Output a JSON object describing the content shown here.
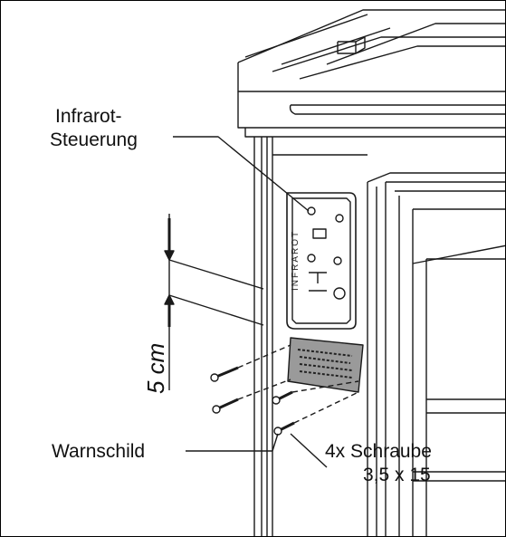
{
  "labels": {
    "infrarot_line1": "Infrarot-",
    "infrarot_line2": "Steuerung",
    "warnschild": "Warnschild",
    "schraube_line1": "4x Schraube",
    "schraube_line2": "3,5 x 15"
  },
  "dimension": "5 cm",
  "panel_text": "INFRAROT",
  "colors": {
    "line": "#1a1a1a",
    "plate": "#9a9a9a"
  }
}
